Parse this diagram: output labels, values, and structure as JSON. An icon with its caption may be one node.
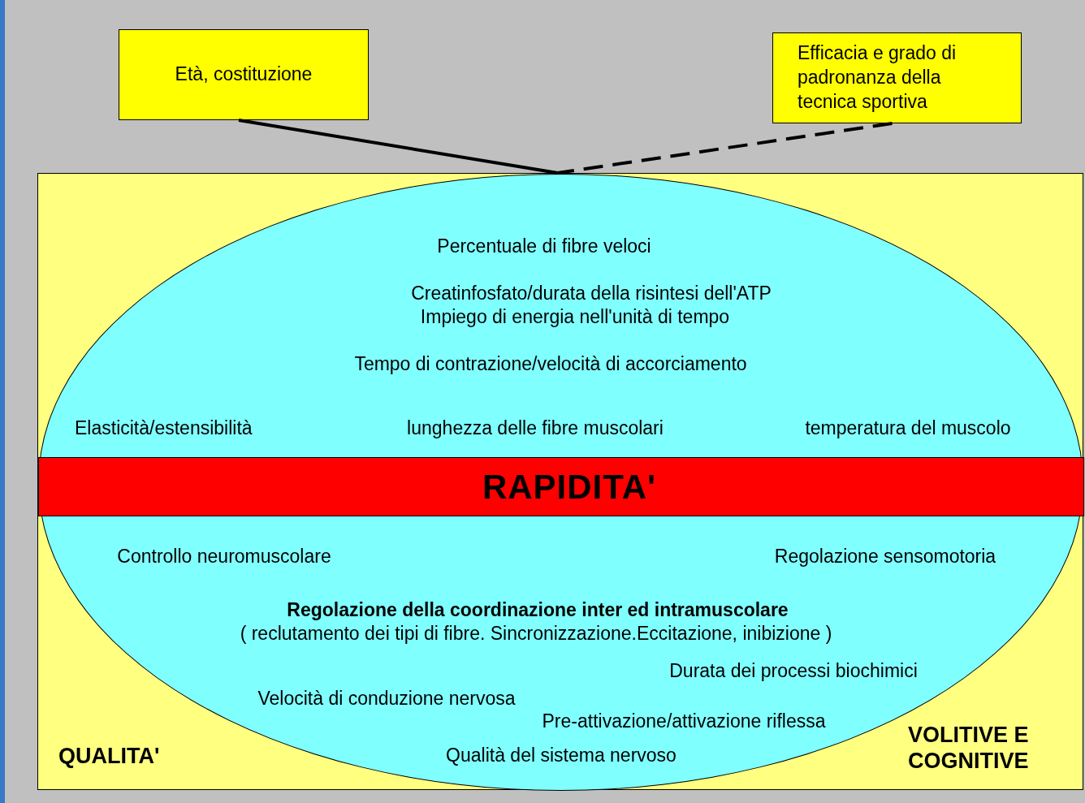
{
  "diagram": {
    "nodes": [
      {
        "text": [
          "Età, costituzione"
        ]
      },
      {
        "text": [
          "Efficacia e grado di padronanza della tecnica sportiva"
        ]
      },
      {
        "text": [],
        "shape": "box"
      },
      {
        "text": [
          "Percentuale di fibre veloci",
          "Creatinfosfato/durata della risintesi dell'ATP",
          "Impiego di energia nell'unità di tempo",
          "Tempo di contrazione/velocità di accorciamento",
          "Elasticità/estensibilità",
          "lunghezza delle fibre muscolari",
          "temperatura del muscolo",
          "Controllo neuromuscolare",
          "Regolazione sensomotoria",
          "Regolazione della coordinazione inter ed intramuscolare",
          "( reclutamento dei tipi di fibre. Sincronizzazione.Eccitazione, inibizione )",
          "Durata dei processi biochimici",
          "Velocità di conduzione nervosa",
          "Pre-attivazione/attivazione riflessa",
          "Qualità del sistema nervoso"
        ],
        "in": 2
      },
      {
        "text": [
          "RAPIDITA'"
        ],
        "in": 3
      }
    ],
    "labels": [
      "QUALITA'",
      "VOLITIVE E COGNITIVE"
    ],
    "edges": [
      {
        "from": 0,
        "to": 3,
        "arrow": "none"
      },
      {
        "from": 1,
        "to": 3,
        "arrow": "none",
        "style": "dashed"
      }
    ]
  }
}
